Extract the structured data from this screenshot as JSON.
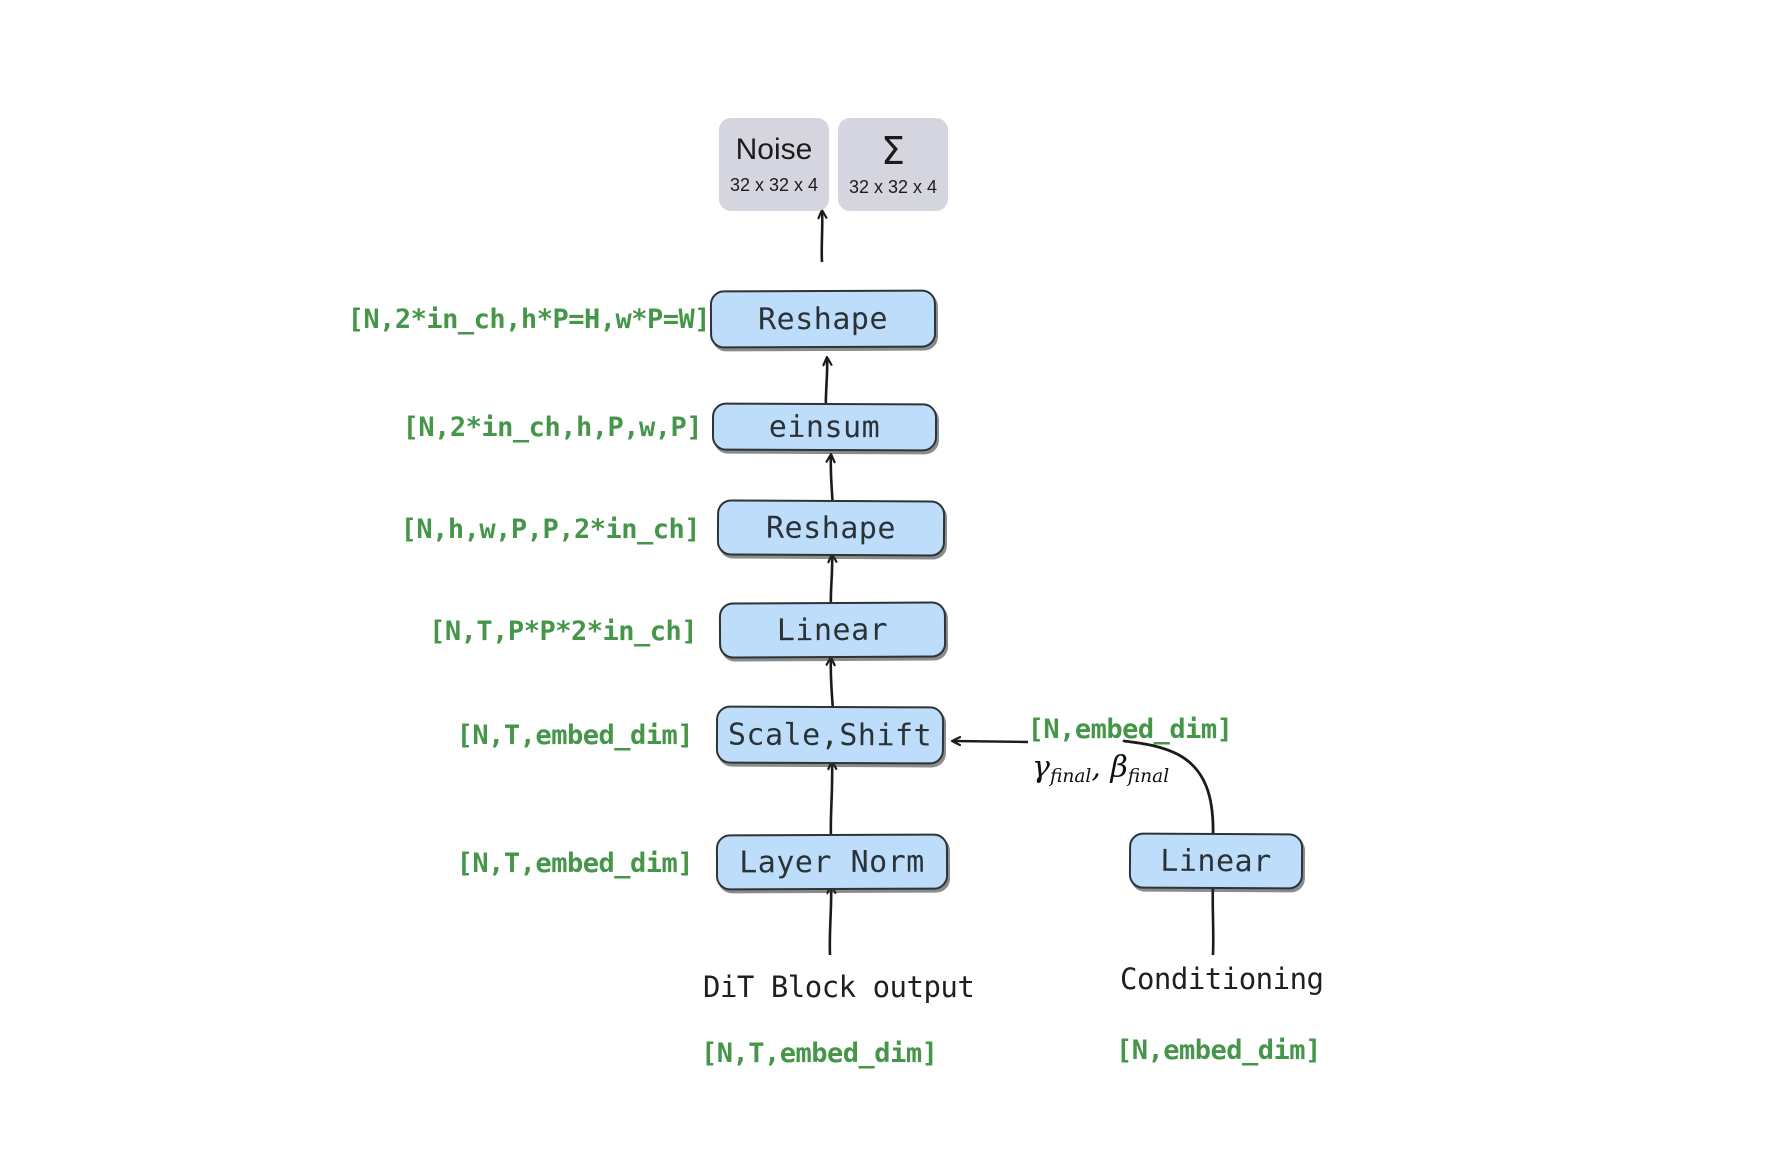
{
  "diagram": {
    "title": "DiT final layer unpatchify flow",
    "colors": {
      "node_fill": "#bdddfb",
      "node_border": "#2e3436",
      "io_fill": "#d5d5df",
      "shape_text": "#46964a",
      "plain_text": "#1f1f1f"
    },
    "outputs": [
      {
        "name": "Noise",
        "shape": "32 x 32 x 4"
      },
      {
        "name": "Σ",
        "shape": "32 x 32 x 4"
      }
    ],
    "nodes": [
      {
        "id": "reshape-top",
        "label": "Reshape"
      },
      {
        "id": "einsum",
        "label": "einsum"
      },
      {
        "id": "reshape-mid",
        "label": "Reshape"
      },
      {
        "id": "linear-main",
        "label": "Linear"
      },
      {
        "id": "scale-shift",
        "label": "Scale,Shift"
      },
      {
        "id": "layer-norm",
        "label": "Layer Norm"
      },
      {
        "id": "linear-cond",
        "label": "Linear"
      }
    ],
    "shape_labels": {
      "reshape_top": "[N,2*in_ch,h*P=H,w*P=W]",
      "einsum": "[N,2*in_ch,h,P,w,P]",
      "reshape_mid": "[N,h,w,P,P,2*in_ch]",
      "linear_main": "[N,T,P*P*2*in_ch]",
      "scale_shift": "[N,T,embed_dim]",
      "layer_norm": "[N,T,embed_dim]",
      "input_main": "[N,T,embed_dim]",
      "input_cond": "[N,embed_dim]",
      "cond_branch": "[N,embed_dim]"
    },
    "inputs": [
      {
        "id": "dit-block-output",
        "label": "DiT Block output",
        "shape": "[N,T,embed_dim]"
      },
      {
        "id": "conditioning",
        "label": "Conditioning",
        "shape": "[N,embed_dim]"
      }
    ],
    "modulation": {
      "gamma": "γ",
      "gamma_sub": "final",
      "separator": ", ",
      "beta": "β",
      "beta_sub": "final"
    }
  }
}
